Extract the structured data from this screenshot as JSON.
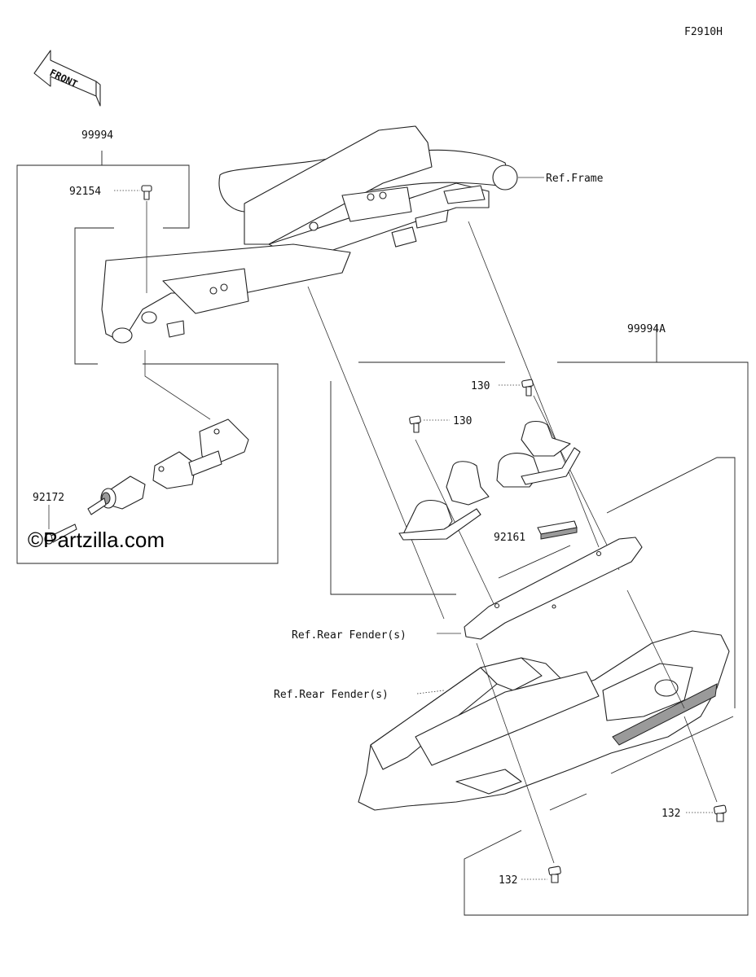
{
  "figure_code": "F2910H",
  "front_arrow_text": "FRONT",
  "watermark": "©Partzilla.com",
  "callouts": {
    "kit_left": "99994",
    "kit_right": "99994A",
    "bolt_top_left": "92154",
    "bolt_bottom_left": "92172",
    "bolt_130_right": "130",
    "bolt_130_left": "130",
    "rubber_strip": "92161",
    "bolt_132_right": "132",
    "bolt_132_bottom": "132"
  },
  "references": {
    "frame": "Ref.Frame",
    "rear_fender_1": "Ref.Rear Fender(s)",
    "rear_fender_2": "Ref.Rear Fender(s)"
  }
}
